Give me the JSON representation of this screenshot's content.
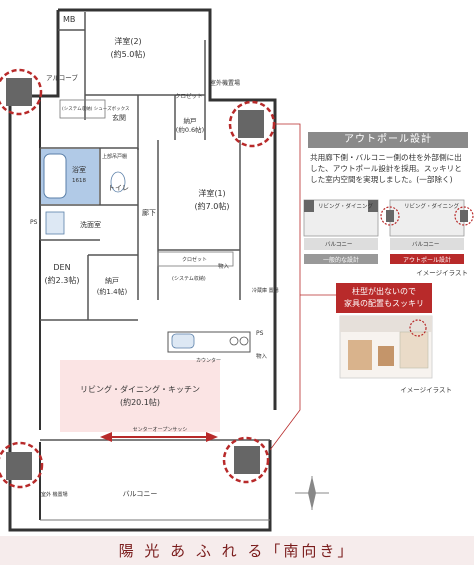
{
  "rooms": {
    "mb": "MB",
    "western2": "洋室(2)",
    "western2_size": "(約5.0帖)",
    "alcove": "アルコーブ",
    "closet_shoes": "(システム収納)\nシューズボックス",
    "closet_top": "クロゼット",
    "outdoor_unit": "室外機置場",
    "storage_06": "納戸",
    "storage_06_size": "(約0.6帖)",
    "entrance": "玄関",
    "bath": "浴室",
    "bath_size": "1618",
    "toilet": "トイレ",
    "upper_cabinet": "上部吊戸棚",
    "washroom": "洗面室",
    "ps_left": "PS",
    "hallway": "廊下",
    "western1": "洋室(1)",
    "western1_size": "(約7.0帖)",
    "closet_mid": "クロゼット",
    "closet_sys": "(システム収納)",
    "storage_box": "物入",
    "den": "DEN",
    "den_size": "(約2.3帖)",
    "storage_14": "納戸",
    "storage_14_size": "(約1.4帖)",
    "refrigerator": "冷蔵庫\n置場",
    "ps_right": "PS",
    "counter": "カウンター",
    "storage_right": "物入",
    "ldk": "リビング・ダイニング・キッチン",
    "ldk_size": "(約20.1帖)",
    "center_sash": "センターオープンサッシ",
    "balcony": "バルコニー",
    "ac_unit": "室外\n機置場"
  },
  "panel": {
    "title": "アウトポール設計",
    "body": "共用廊下側・バルコニー側の柱を外部側に出した、アウトポール設計を採用。スッキリとした室内空間を実現しました。(一部除く)",
    "diagram_left_room": "リビング・ダイニング",
    "diagram_left_balcony": "バルコニー",
    "diagram_right_room": "リビング・ダイニング",
    "diagram_right_balcony": "バルコニー",
    "label_normal": "一般的な設計",
    "label_outpole": "アウトポール設計",
    "image_caption": "イメージイラスト"
  },
  "callout": {
    "line1": "柱型が出ないので",
    "line2": "家具の配置もスッキリ",
    "caption": "イメージイラスト"
  },
  "headline": "陽 光 あ ふ れ る「南向き」",
  "colors": {
    "accent_red": "#b82a2a",
    "bath_blue": "#a9c4e4",
    "ldk_pink": "#fbe4e4",
    "panel_gray": "#8a8a8a",
    "headline_red": "#7a1c1c"
  }
}
